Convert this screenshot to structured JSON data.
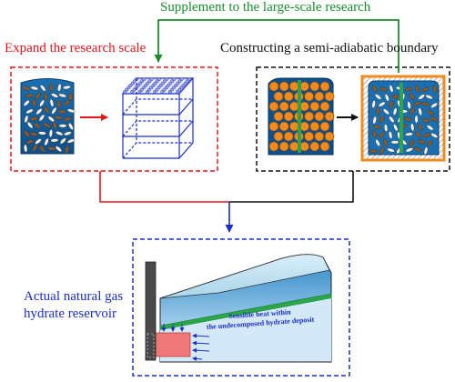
{
  "labels": {
    "supplement": "Supplement to the large-scale research",
    "expand": "Expand the research scale",
    "boundary": "Constructing a semi-adiabatic boundary",
    "reservoir_line1": "Actual natural gas",
    "reservoir_line2": "hydrate reservoir",
    "heat_line1": "Sensible heat within",
    "heat_line2": "the undecomposed hydrate deposit"
  },
  "colors": {
    "green": "#1a8c2e",
    "red": "#e8141c",
    "blue": "#1b2fc8",
    "black": "#111111",
    "orange": "#f28a1e",
    "sediment": "#1e73b8",
    "hydrate_layer": "#2aa54a",
    "heat_zone": "#f07878"
  }
}
